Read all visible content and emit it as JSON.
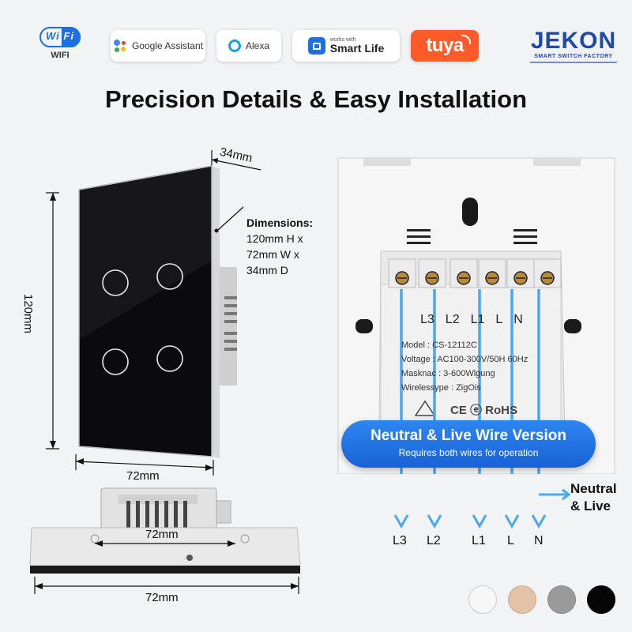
{
  "badges": {
    "wifi_logo": "Wi Fi",
    "wifi_label": "WIFI",
    "google": "Google Assistant",
    "alexa": "Alexa",
    "smartlife_small": "works with",
    "smartlife": "Smart Life",
    "tuya": "tuya"
  },
  "brand": {
    "name": "JEKON",
    "tagline": "SMART SWITCH FACTORY"
  },
  "title": "Precision Details & Easy Installation",
  "front": {
    "depth_label": "34mm",
    "height_label": "120mm",
    "width_label": "72mm",
    "dimensions_title": "Dimensions:",
    "dimensions_lines": [
      "120mm H x",
      "72mm W x",
      "34mm D"
    ]
  },
  "bottom_view": {
    "inner_label": "72mm",
    "outer_label": "72mm"
  },
  "back": {
    "terminals": [
      "L3",
      "L2",
      "L1",
      "L",
      "N"
    ],
    "label_lines": [
      "Model : CS-12112C",
      "Voltage : AC100-300V/50H 60Hz",
      "Masknac : 3-600Wlgung",
      "Wirelessype : ZigOis"
    ],
    "cert_marks": "CE ⓔ RoHS",
    "banner_title": "Neutral & Live Wire Version",
    "banner_subtitle": "Requires both wires for operation",
    "callout_line1": "Neutral",
    "callout_line2": "& Live",
    "wire_labels": [
      "L3",
      "L2",
      "L1",
      "L",
      "N"
    ]
  },
  "colors": {
    "accent_blue": "#1e6fe0",
    "wire_blue": "#4aa8f0",
    "tuya_orange": "#ff5a2a",
    "brand_blue": "#1f4aa8",
    "panel_black": "#0b0b0d"
  },
  "color_options": [
    {
      "name": "white",
      "hex": "#f7f7f7"
    },
    {
      "name": "gold",
      "hex": "#e2c3a8"
    },
    {
      "name": "grey",
      "hex": "#9a9a9a"
    },
    {
      "name": "black",
      "hex": "#050505"
    }
  ]
}
